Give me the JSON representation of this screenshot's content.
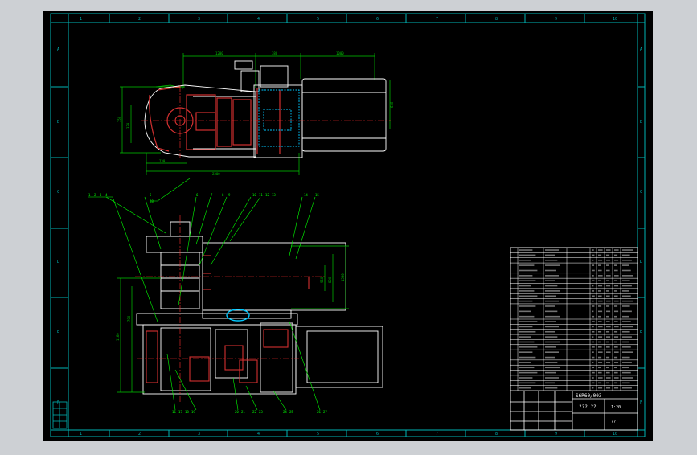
{
  "canvas": {
    "background": "#000000",
    "frame_color": "#00b4b4",
    "outline_color": "#ffffff",
    "section_color": "#d23030",
    "dimension_color": "#00c800",
    "centerline_color": "#ff2d2d",
    "leader_color": "#00ff00"
  },
  "border_labels": {
    "top_numbers": [
      "1",
      "2",
      "3",
      "4",
      "5",
      "6",
      "7",
      "8",
      "9",
      "10"
    ],
    "bottom_numbers": [
      "1",
      "2",
      "3",
      "4",
      "5",
      "6",
      "7",
      "8",
      "9",
      "10"
    ],
    "left_letters": [
      "A",
      "B",
      "C",
      "D",
      "E",
      "F"
    ],
    "right_letters": [
      "A",
      "B",
      "C",
      "D",
      "E",
      "F"
    ]
  },
  "top_view": {
    "dimensions": [
      "1200",
      "380",
      "1000",
      "750",
      "630",
      "320",
      "230",
      "2300"
    ]
  },
  "front_view": {
    "part_callouts_top": [
      "1",
      "2",
      "3",
      "4",
      "5",
      "6",
      "7",
      "8",
      "9",
      "10",
      "11",
      "12",
      "13",
      "14",
      "15"
    ],
    "part_callouts_bottom": [
      "16",
      "17",
      "18",
      "19",
      "20",
      "21",
      "22",
      "23",
      "24",
      "25",
      "26",
      "27",
      "28"
    ],
    "dimensions": [
      "1160",
      "700",
      "1500",
      "800",
      "960"
    ]
  },
  "title_block": {
    "drawing_number": "S6R60/003",
    "drawing_name": "??? ??",
    "scale": "1:20",
    "sheet_label": "??"
  }
}
